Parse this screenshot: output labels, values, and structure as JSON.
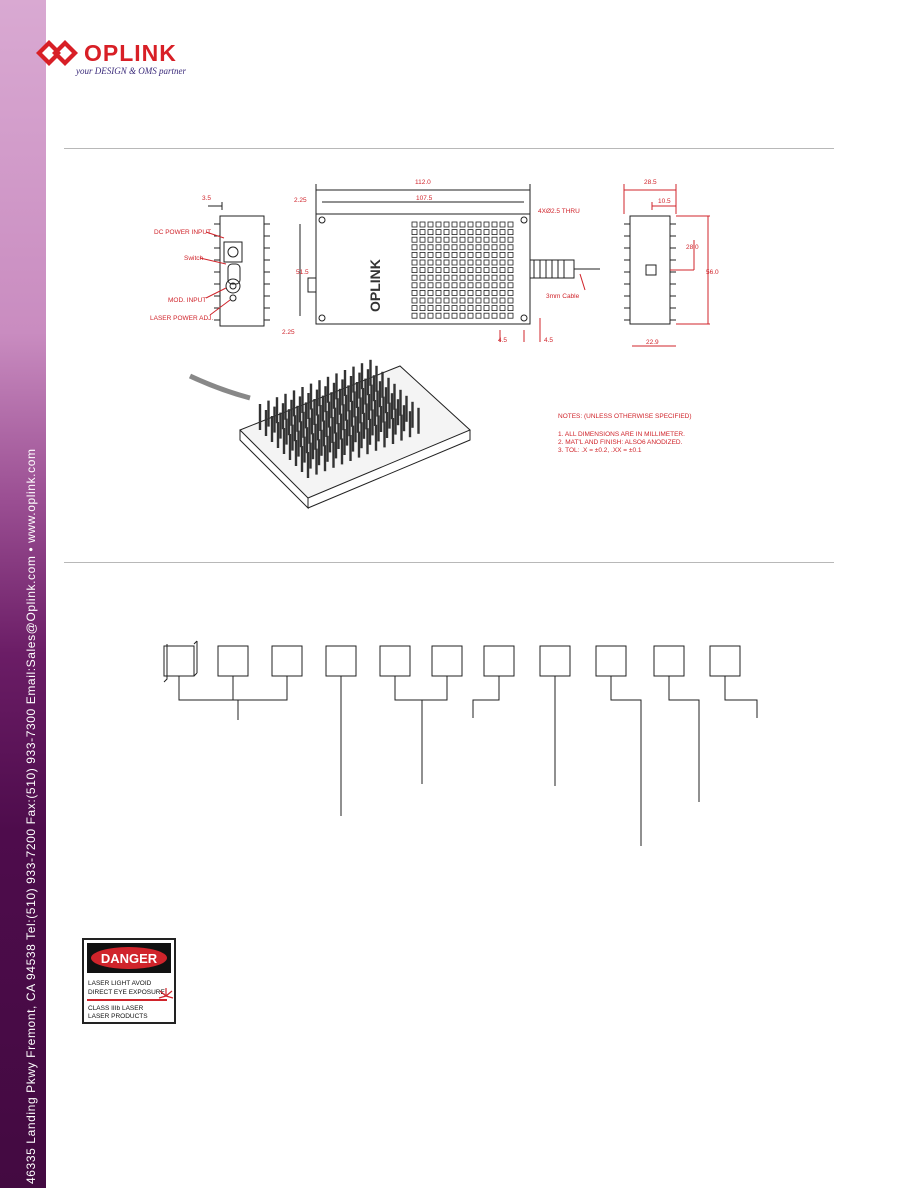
{
  "sidebar": {
    "address": "46335 Landing Pkwy Fremont, CA 94538 Tel:(510) 933-7200 Fax:(510) 933-7300 Email:Sales@Oplink.com • www.oplink.com"
  },
  "brand": {
    "name": "OPLINK",
    "tagline": "your DESIGN & OMS partner"
  },
  "drawing": {
    "dims": {
      "d3_5": "3.5",
      "d112": "112.0",
      "d2_25": "2.25",
      "d107_5": "107.5",
      "holes": "4XØ2.5 THRU",
      "d51_5": "51.5",
      "d2_25b": "2.25",
      "d4_5a": "4.5",
      "d4_5b": "4.5",
      "d28_5": "28.5",
      "d10_5": "10.5",
      "d28": "28.0",
      "d56": "56.0",
      "d22_9": "22.9"
    },
    "labels": {
      "dc_power": "DC POWER INPUT",
      "switch": "Switch",
      "mod_input": "MOD. INPUT",
      "laser_power": "LASER POWER ADJ.",
      "cable": "3mm Cable",
      "brand_mark": "OPLINK"
    },
    "notes": {
      "title": "NOTES: (UNLESS OTHERWISE SPECIFIED)",
      "n1": "1.   ALL DIMENSIONS ARE IN MILLIMETER.",
      "n2": "2.   MAT'L AND FINISH: ALSO6 ANODIZED.",
      "n3": "3.   TOL: .X = ±0.2, .XX = ±0.1"
    }
  },
  "danger_label": {
    "header": "DANGER",
    "line1": "LASER LIGHT  AVOID",
    "line2": "DIRECT EYE EXPOSURE",
    "line3": "CLASS IIIb LASER",
    "line4": "LASER PRODUCTS"
  }
}
